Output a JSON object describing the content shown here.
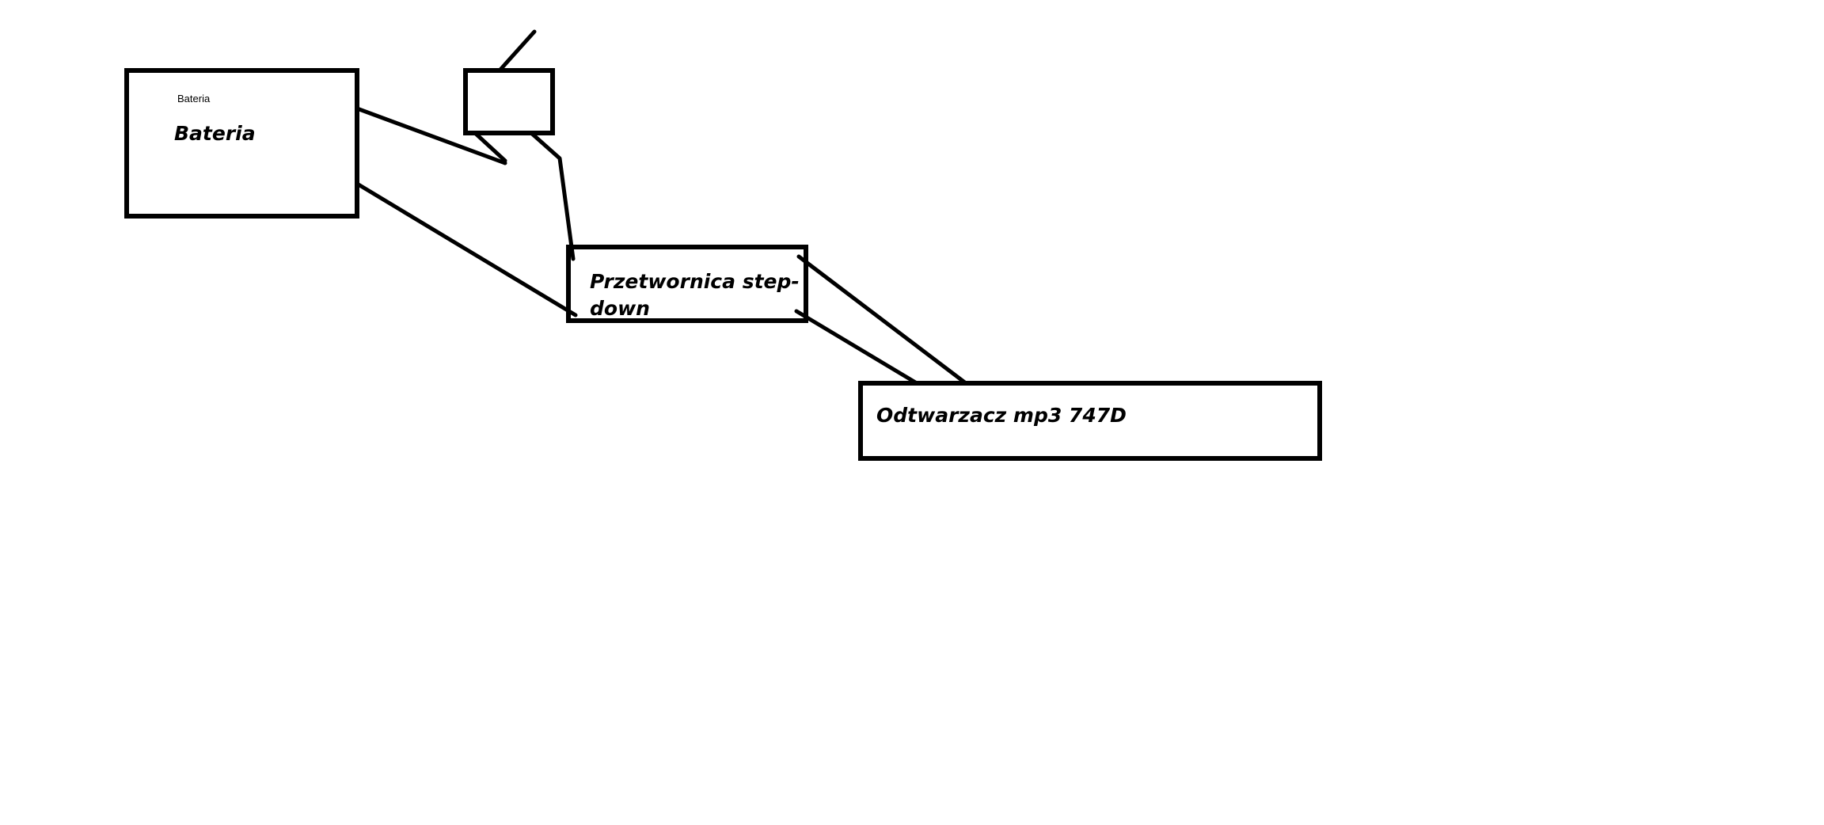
{
  "diagram": {
    "battery": {
      "small_label": "Bateria",
      "label": "Bateria"
    },
    "switch": {},
    "converter": {
      "label_line1": "Przetwornica step-",
      "label_line2": "down"
    },
    "player": {
      "label": "Odtwarzacz mp3 747D"
    }
  }
}
